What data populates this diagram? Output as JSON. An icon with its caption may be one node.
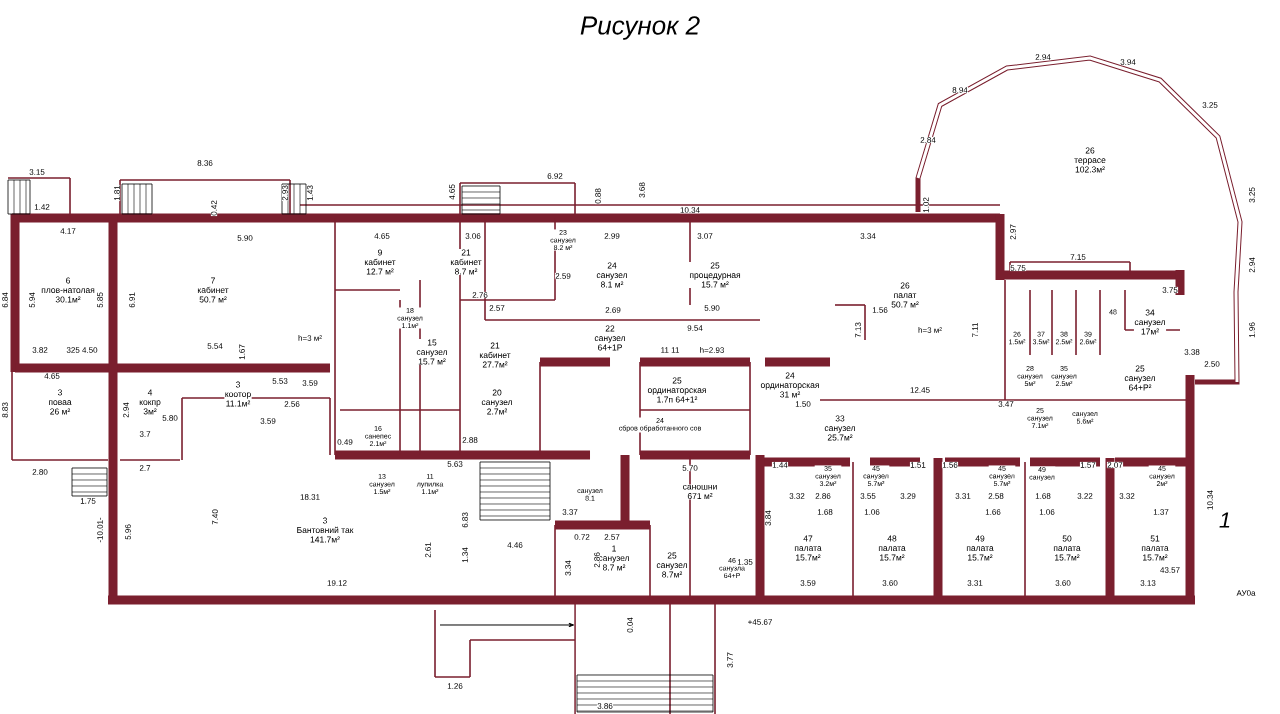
{
  "diagram": {
    "title": "Рисунок 2",
    "nodes": [
      {
        "text": [
          "6",
          "плов-натолая",
          "30.1м²"
        ]
      },
      {
        "text": [
          "7",
          "кабинет",
          "50.7 м²"
        ]
      },
      {
        "text": [
          "9",
          "кабинет",
          "12.7 м²"
        ]
      },
      {
        "text": [
          "21",
          "кабинет",
          "8.7 м²"
        ]
      },
      {
        "text": [
          "23",
          "санузел",
          "8.2 м²"
        ]
      },
      {
        "text": [
          "24",
          "санузел",
          "8.1 м²"
        ]
      },
      {
        "text": [
          "25",
          "процедурная",
          "15.7 м²"
        ]
      },
      {
        "text": [
          "26",
          "палат",
          "50.7 м²"
        ]
      },
      {
        "text": [
          "18",
          "санузел",
          "1.1м²"
        ]
      },
      {
        "text": [
          "15",
          "санузел",
          "15.7 м²"
        ]
      },
      {
        "text": [
          "21",
          "кабинет",
          "27.7м²"
        ]
      },
      {
        "text": [
          "22",
          "санузел",
          "64+1Р"
        ]
      },
      {
        "text": [
          "20",
          "санузел",
          "2.7м²"
        ]
      },
      {
        "text": [
          "4",
          "кокпр",
          "3м²"
        ]
      },
      {
        "text": [
          "3",
          "поваа",
          "26 м²"
        ]
      },
      {
        "text": [
          "3",
          "коотор",
          "11.1м²"
        ]
      },
      {
        "text": [
          "16",
          "санепес",
          "2.1м²"
        ]
      },
      {
        "text": [
          "13",
          "санузел",
          "1.5м²"
        ]
      },
      {
        "text": [
          "11",
          "лупилка",
          "1.1м²"
        ]
      },
      {
        "text": [
          "3",
          "Бантовний так",
          "141.7м²"
        ]
      },
      {
        "text": [
          "25",
          "ординаторская",
          "1.7п 64+1²"
        ]
      },
      {
        "text": [
          "24",
          "ординаторская",
          "31 м²"
        ]
      },
      {
        "text": [
          "24",
          "сбров обработанного сов"
        ]
      },
      {
        "text": [
          "санузел",
          "8.1"
        ]
      },
      {
        "text": [
          "саношни",
          "671 м²"
        ]
      },
      {
        "text": [
          "1",
          "санузел",
          "8.7 м²"
        ]
      },
      {
        "text": [
          "25",
          "санузел",
          "8.7м²"
        ]
      },
      {
        "text": [
          "46",
          "санузла",
          "64+Р"
        ]
      },
      {
        "text": [
          "33",
          "санузел",
          "25.7м²"
        ]
      },
      {
        "text": [
          "35",
          "санузел",
          "3.2м²"
        ]
      },
      {
        "text": [
          "45",
          "санузел",
          "5.7м²"
        ]
      },
      {
        "text": [
          "45",
          "санузел",
          "5.7м²"
        ]
      },
      {
        "text": [
          "49",
          "санузел"
        ]
      },
      {
        "text": [
          "45",
          "санузел",
          "2м²"
        ]
      },
      {
        "text": [
          "47",
          "палата",
          "15.7м²"
        ]
      },
      {
        "text": [
          "48",
          "палата",
          "15.7м²"
        ]
      },
      {
        "text": [
          "49",
          "палата",
          "15.7м²"
        ]
      },
      {
        "text": [
          "50",
          "палата",
          "15.7м²"
        ]
      },
      {
        "text": [
          "51",
          "палата",
          "15.7м²"
        ]
      },
      {
        "text": [
          "26",
          "террасе",
          "102.3м²"
        ]
      },
      {
        "text": [
          "34",
          "санузел",
          "17м²"
        ]
      },
      {
        "text": [
          "25",
          "санузел",
          "64+Р²"
        ]
      },
      {
        "text": [
          "26",
          "1.5м²"
        ]
      },
      {
        "text": [
          "37",
          "3.5м²"
        ]
      },
      {
        "text": [
          "38",
          "2.5м²"
        ]
      },
      {
        "text": [
          "39",
          "2.6м²"
        ]
      },
      {
        "text": [
          "48"
        ]
      },
      {
        "text": [
          "28",
          "санузел",
          "5м²"
        ]
      },
      {
        "text": [
          "35",
          "санузел",
          "2.5м²"
        ]
      },
      {
        "text": [
          "25",
          "санузел",
          "7.1м²"
        ]
      },
      {
        "text": [
          "санузел",
          "5.6м²"
        ]
      }
    ],
    "labels": [
      "2.94",
      "3.94",
      "8.94",
      "3.25",
      "2.84",
      "3.15",
      "8.36",
      "6.92",
      "1.42",
      "1.81",
      "0.42",
      "2.93",
      "1.43",
      "4.65",
      "0.88",
      "3.68",
      "10.34",
      "1.02",
      "3.25",
      "4.17",
      "5.90",
      "4.65",
      "3.06",
      "2.99",
      "3.07",
      "3.34",
      "2.97",
      "2.59",
      "5.75",
      "7.15",
      "2.94",
      "6.84",
      "5.94",
      "5.85",
      "6.91",
      "2.76",
      "2.57",
      "2.69",
      "5.90",
      "1.56",
      "3.75",
      "3.82",
      "325 4.50",
      "5.54",
      "1.67",
      "h=3 м²",
      "11 11",
      "9.54",
      "h=2.93",
      "7.13",
      "h=3 м²",
      "7.11",
      "3.38",
      "1.96",
      "4.65",
      "5.53",
      "3.59",
      "2.50",
      "8.83",
      "2.94",
      "5.80",
      "3.59",
      "2.56",
      "1.50",
      "12.45",
      "3.47",
      "3.7",
      "0.49",
      "2.88",
      "2.80",
      "2.7",
      "5.63",
      "5.70",
      "1.44",
      "1.51",
      "1.56",
      "1.57",
      "2.07",
      "1.75",
      "18.31",
      "3.32",
      "2.86",
      "3.55",
      "3.29",
      "3.31",
      "2.58",
      "1.68",
      "3.22",
      "3.32",
      "10.34",
      "-10.01-",
      "5.96",
      "7.40",
      "6.83",
      "3.37",
      "3.84",
      "1.68",
      "1.06",
      "1.66",
      "1.06",
      "1.37",
      "1",
      "2.61",
      "1.34",
      "4.46",
      "3.34",
      "0.72",
      "2.86",
      "2.57",
      "1.35",
      "19.12",
      "3.59",
      "3.60",
      "3.31",
      "3.60",
      "3.13",
      "43.57",
      "АУ0а",
      "0.04",
      "+45.67",
      "1.26",
      "3.77",
      "3.86"
    ]
  }
}
